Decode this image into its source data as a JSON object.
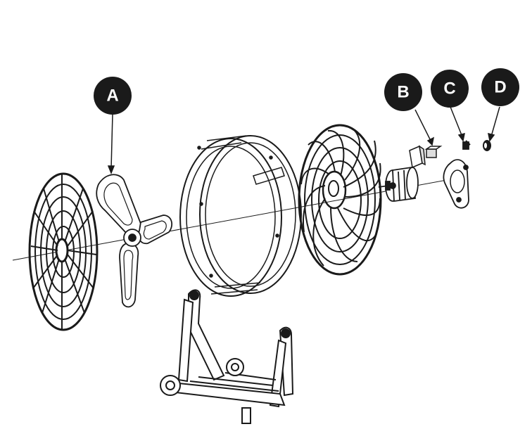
{
  "callouts": [
    {
      "id": "A",
      "label": "A",
      "part": "fan-blade"
    },
    {
      "id": "B",
      "label": "B",
      "part": "capacitor-and-switch"
    },
    {
      "id": "C",
      "label": "C",
      "part": "motor-mount-bracket"
    },
    {
      "id": "D",
      "label": "D",
      "part": "knob"
    }
  ],
  "colors": {
    "line": "#1a1a1a",
    "callout_fill": "#1a1a1a",
    "callout_text": "#ffffff",
    "background": "#ffffff"
  }
}
